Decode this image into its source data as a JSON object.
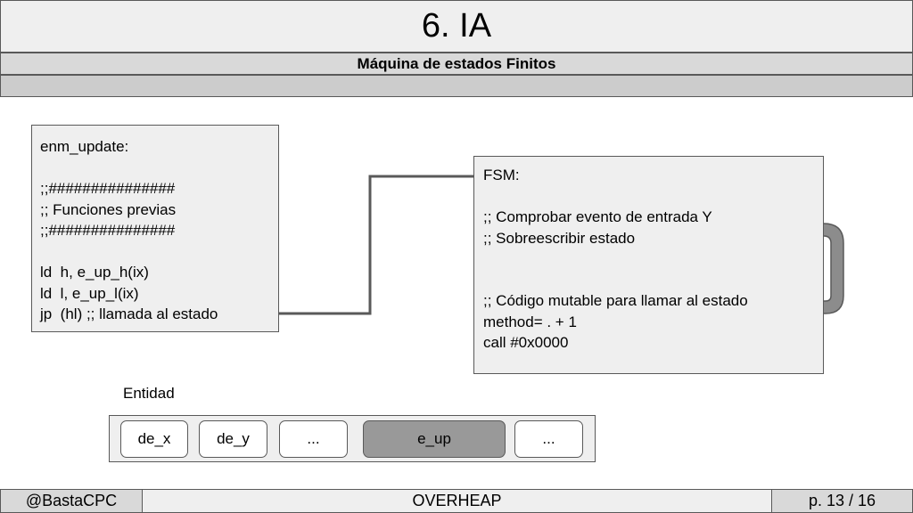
{
  "header": {
    "title": "6. IA",
    "subtitle": "Máquina de estados Finitos"
  },
  "left_box": {
    "lines": [
      "enm_update:",
      "",
      ";;###############",
      ";; Funciones previas",
      ";;###############",
      "",
      "ld  h, e_up_h(ix)",
      "ld  l, e_up_l(ix)",
      "jp  (hl) ;; llamada al estado"
    ]
  },
  "right_box": {
    "lines": [
      "FSM:",
      "",
      ";; Comprobar evento de entrada Y",
      ";; Sobreescribir estado",
      "",
      "",
      ";; Código mutable para llamar al estado",
      "method= . + 1",
      "call #0x0000"
    ]
  },
  "entity": {
    "label": "Entidad",
    "fields": [
      "de_x",
      "de_y",
      "...",
      "e_up",
      "..."
    ]
  },
  "footer": {
    "author": "@BastaCPC",
    "center": "OVERHEAP",
    "page": "p. 13 / 16"
  },
  "colors": {
    "box_fill": "#efefef",
    "border": "#595959",
    "highlight_field": "#999999",
    "arrow": "#7f7f7f"
  }
}
